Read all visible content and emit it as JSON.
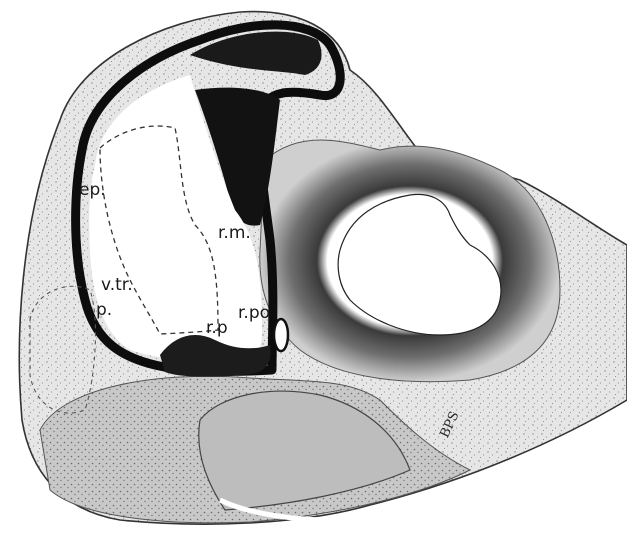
{
  "labels": {
    "ep": "ep.",
    "rm": "r.m.",
    "vtr": "v.tr.",
    "p": "p.",
    "rp": "r.p",
    "rpo": "r.po",
    "monogram": "BPS"
  },
  "colors": {
    "background": "#ffffff",
    "tissue_light": "#e8e8e8",
    "tissue_medium": "#c4c4c4",
    "tissue_dark": "#7a7a7a",
    "ink": "#111111"
  }
}
